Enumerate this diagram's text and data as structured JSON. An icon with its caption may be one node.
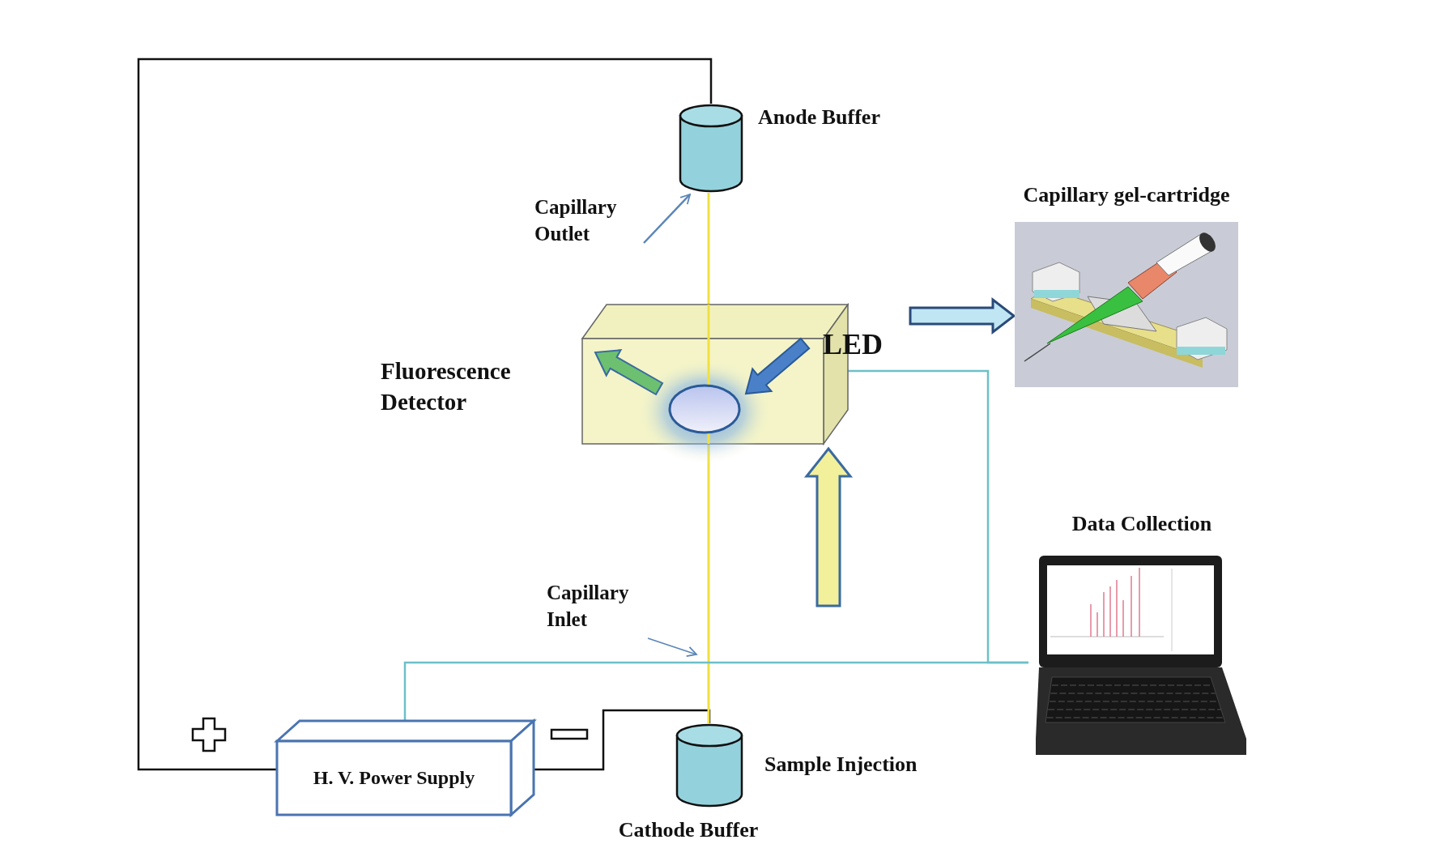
{
  "diagram": {
    "nodes": [
      {
        "text": [],
        "shape": "cylinder",
        "beside": [
          "Anode Buffer"
        ]
      },
      {
        "text": [
          "Capillary Outlet"
        ]
      },
      {
        "text": [
          "Capillary gel-cartridge"
        ]
      },
      {
        "text": [],
        "shape": "box",
        "beside": [
          "Fluorescence Detector",
          "LED"
        ]
      },
      {
        "text": [
          "Capillary Inlet"
        ]
      },
      {
        "text": [
          "Data Collection"
        ]
      },
      {
        "text": [
          "H. V. Power Supply"
        ]
      },
      {
        "text": [],
        "shape": "cylinder",
        "beside": [
          "Sample Injection",
          "Cathode Buffer"
        ]
      }
    ],
    "edges": [
      {
        "from": 6,
        "to": 0,
        "arrow": "none",
        "color": "#111111"
      },
      {
        "from": 6,
        "to": 7,
        "arrow": "none",
        "color": "#111111"
      },
      {
        "from": 0,
        "to": 3,
        "arrow": "none",
        "color": "#f0e040"
      },
      {
        "from": 3,
        "to": 7,
        "arrow": "none",
        "color": "#f0e040"
      },
      {
        "from": 3,
        "to": 5,
        "arrow": "none",
        "color": "#6cc0c8"
      },
      {
        "from": 6,
        "to": 5,
        "arrow": "none",
        "color": "#6cc0c8"
      },
      {
        "from": 3,
        "to": 2,
        "arrow": "to",
        "style": "thick",
        "color": "#bfe6f2"
      },
      {
        "from": null,
        "to": 3,
        "arrow": "to",
        "style": "thick",
        "color": "#f2f09a"
      },
      {
        "from": 1,
        "to": 0,
        "arrow": "to",
        "color": "#5a86b8"
      },
      {
        "from": 4,
        "to": null,
        "arrow": "to",
        "color": "#5a86b8"
      }
    ]
  }
}
